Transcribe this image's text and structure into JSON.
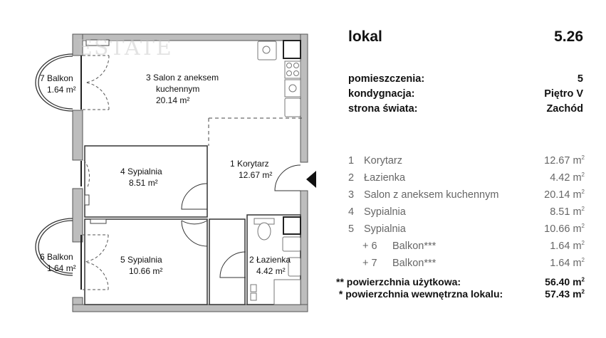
{
  "watermark": "ESTATE",
  "unit": {
    "label": "lokal",
    "number": "5.26"
  },
  "meta": [
    {
      "label": "pomieszczenia:",
      "value": "5"
    },
    {
      "label": "kondygnacja:",
      "value": "Piętro V"
    },
    {
      "label": "strona świata:",
      "value": "Zachód"
    }
  ],
  "rooms": [
    {
      "num": "1",
      "name": "Korytarz",
      "area": "12.67 m",
      "unit_sup": "2"
    },
    {
      "num": "2",
      "name": "Łazienka",
      "area": "4.42 m",
      "unit_sup": "2"
    },
    {
      "num": "3",
      "name": "Salon z aneksem kuchennym",
      "area": "20.14 m",
      "unit_sup": "2"
    },
    {
      "num": "4",
      "name": "Sypialnia",
      "area": "8.51 m",
      "unit_sup": "2"
    },
    {
      "num": "5",
      "name": "Sypialnia",
      "area": "10.66 m",
      "unit_sup": "2"
    },
    {
      "num": "+ 6",
      "name": "Balkon***",
      "area": "1.64 m",
      "unit_sup": "2"
    },
    {
      "num": "+ 7",
      "name": "Balkon***",
      "area": "1.64 m",
      "unit_sup": "2"
    }
  ],
  "totals": [
    {
      "label": "** powierzchnia użytkowa:",
      "value": "56.40 m",
      "unit_sup": "2"
    },
    {
      "label": " * powierzchnia wewnętrzna lokalu:",
      "value": "57.43 m",
      "unit_sup": "2"
    }
  ],
  "plan_labels": {
    "r1": {
      "name": "1 Korytarz",
      "area": "12.67 m²"
    },
    "r2": {
      "name": "2 Łazienka",
      "area": "4.42 m²"
    },
    "r3": {
      "name": "3 Salon z aneksem",
      "name2": "kuchennym",
      "area": "20.14 m²"
    },
    "r4": {
      "name": "4 Sypialnia",
      "area": "8.51 m²"
    },
    "r5": {
      "name": "5 Sypialnia",
      "area": "10.66 m²"
    },
    "r6": {
      "name": "6 Balkon",
      "area": "1.64 m²"
    },
    "r7": {
      "name": "7 Balkon",
      "area": "1.64 m²"
    },
    "hp": "hp=0.0"
  }
}
